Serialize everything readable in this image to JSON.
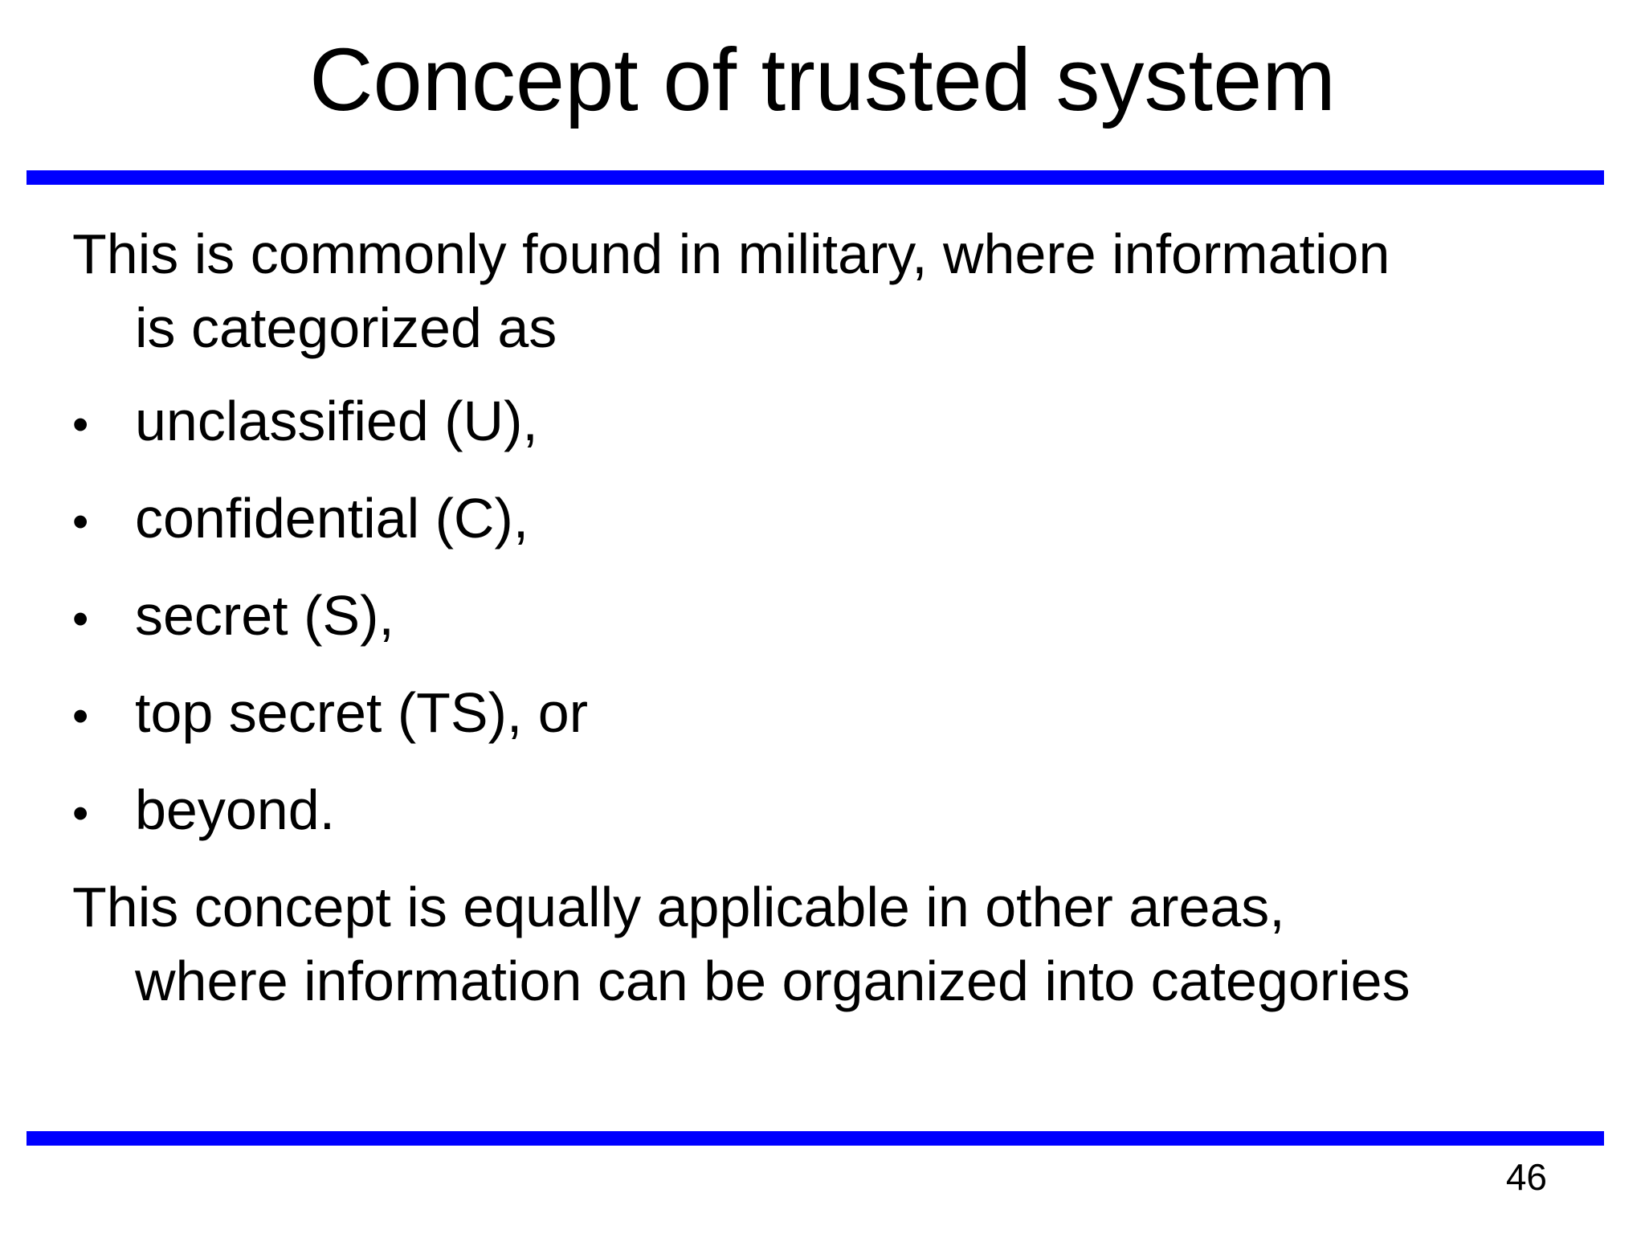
{
  "slide": {
    "title": "Concept of trusted system",
    "accent_color": "#0000FF",
    "bullet_glyph": "•",
    "intro_lines": [
      "This is commonly found in military, where information",
      "is categorized as"
    ],
    "bullets": [
      "unclassified (U),",
      "confidential (C),",
      "secret (S),",
      "top secret (TS), or",
      "beyond."
    ],
    "outro_lines": [
      "This concept is equally applicable in other areas,",
      "where information can be organized into categories"
    ],
    "page_number": "46"
  }
}
